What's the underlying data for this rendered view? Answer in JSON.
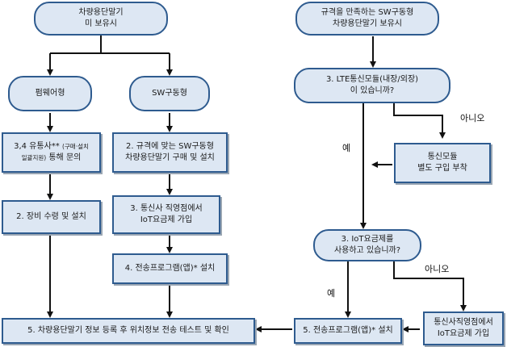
{
  "left": {
    "start": {
      "line1": "차량용단말기",
      "line2": "미 보유시"
    },
    "firmware": "펌웨어형",
    "sw_type": "SW구동형",
    "firmware_step": {
      "line1_main": "3,4 유통사**",
      "line1_small": "(구매·설치",
      "line2_small": "일괄지원)",
      "line2_main": "통해 문의"
    },
    "sw_step2": {
      "line1": "2.  규격에 맞는 SW구동형",
      "line2": "차량용단말기 구매 및 설치"
    },
    "firmware_step2": "2. 장비 수령 및 설치",
    "sw_step3": {
      "line1": "3. 통신사 직영점에서",
      "line2": "IoT요금제 가입"
    },
    "sw_step4": "4. 전송프로그램(앱)* 설치",
    "final": "5. 차량용단말기 정보 등록 후 위치정보 전송 테스트 및 확인"
  },
  "right": {
    "start": {
      "line1": "규격을 만족하는 SW구동형",
      "line2": "차량용단말기 보유시"
    },
    "q1": {
      "line1": "3. LTE통신모듈(내장/외장)",
      "line2": "이 있습니까?"
    },
    "no1": "아니오",
    "module": {
      "line1": "통신모듈",
      "line2": "별도 구입 부착"
    },
    "yes1": "예",
    "q2": {
      "line1": "3. IoT요금제를",
      "line2": "사용하고 있습니까?"
    },
    "no2": "아니오",
    "yes2": "예",
    "subscribe": {
      "line1": "통신사직영점에서",
      "line2": "IoT요금제 가입"
    },
    "install": "5. 전송프로그램(앱)* 설치"
  },
  "colors": {
    "box_fill": "#dde7f3",
    "box_border": "#2e5b8f",
    "arrow": "#111111"
  }
}
